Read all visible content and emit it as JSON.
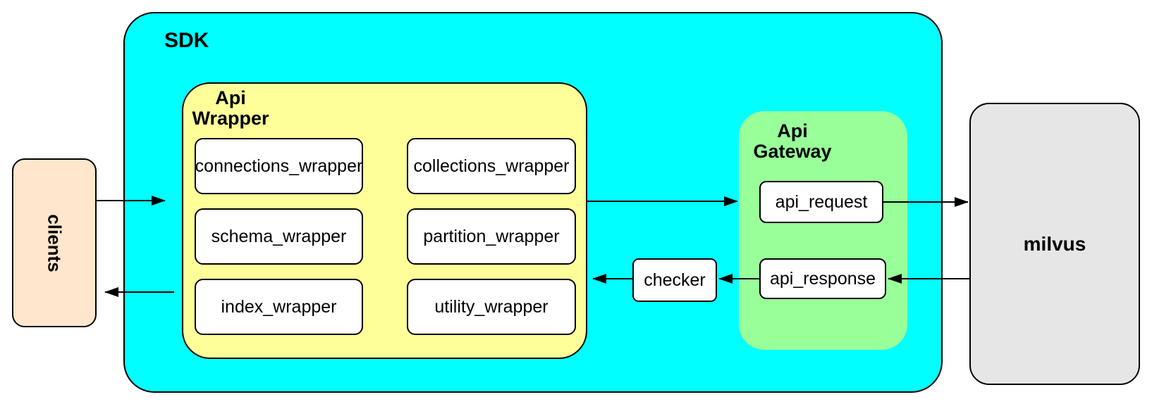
{
  "colors": {
    "canvas": "#FFFFFF",
    "sdk": "#00FFFF",
    "wrapper": "#FFFF99",
    "gateway": "#99FF99",
    "clients": "#FFE6CC",
    "milvus": "#E6E6E6",
    "node": "#FFFFFF",
    "stroke": "#000000"
  },
  "nodes": {
    "clients": "clients",
    "sdk": "SDK",
    "api_wrapper": "Api Wrapper",
    "wrappers": [
      "connections_wrapper",
      "collections_wrapper",
      "schema_wrapper",
      "partition_wrapper",
      "index_wrapper",
      "utility_wrapper"
    ],
    "checker": "checker",
    "api_gateway": "Api Gateway",
    "api_request": "api_request",
    "api_response": "api_response",
    "milvus": "milvus"
  },
  "edges": [
    {
      "from": "clients",
      "to": "sdk"
    },
    {
      "from": "sdk",
      "to": "clients"
    },
    {
      "from": "api_wrapper",
      "to": "api_gateway"
    },
    {
      "from": "api_request",
      "to": "milvus"
    },
    {
      "from": "milvus",
      "to": "api_response"
    },
    {
      "from": "api_response",
      "to": "checker"
    },
    {
      "from": "checker",
      "to": "api_wrapper"
    }
  ]
}
